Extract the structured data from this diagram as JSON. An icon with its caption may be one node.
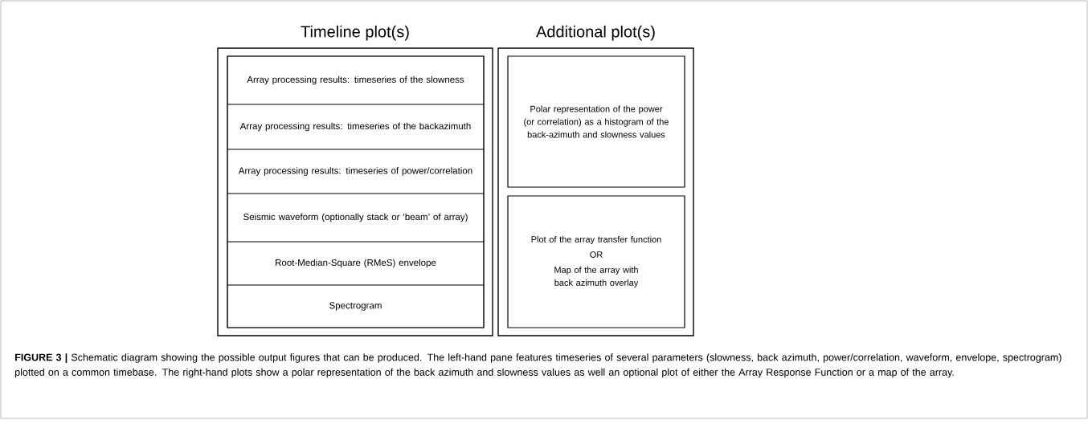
{
  "diagram": {
    "caption": "**FIGURE 3 |** Schematic diagram showing the possible output figures that can be produced. The left-hand pane features timeseries of several parameters (slowness, back azimuth, power/correlation, waveform, envelope, spectrogram) plotted on a common timebase. The right-hand plots show a polar representation of the back azimuth and slowness values as well an optional plot of either the Array Response Function or a map of the array.",
    "nodes": [
      {
        "text": [
          "Timeline plot(s)"
        ]
      },
      {
        "text": [],
        "shape": "box",
        "in": 0
      },
      {
        "text": [
          "Array processing results: timeseries of the slowness"
        ],
        "in": 1
      },
      {
        "text": [
          "Array processing results: timeseries of the backazimuth"
        ],
        "in": 1
      },
      {
        "text": [
          "Array processing results: timeseries of power/correlation"
        ],
        "in": 1
      },
      {
        "text": [
          "Seismic waveform (optionally stack or ‘beam’ of array)"
        ],
        "in": 1
      },
      {
        "text": [
          "Root-Median-Square (RMeS) envelope"
        ],
        "in": 1
      },
      {
        "text": [
          "Spectrogram"
        ],
        "in": 1
      },
      {
        "text": [
          "Additional plot(s)"
        ]
      },
      {
        "text": [
          "Polar representation of the power (or correlation) as a histogram of the back-azimuth and slowness values"
        ],
        "in": 8
      },
      {
        "text": [
          "Plot of the array transfer function",
          "OR",
          "Map of the array with back azimuth overlay"
        ],
        "in": 8
      }
    ],
    "edges": []
  }
}
